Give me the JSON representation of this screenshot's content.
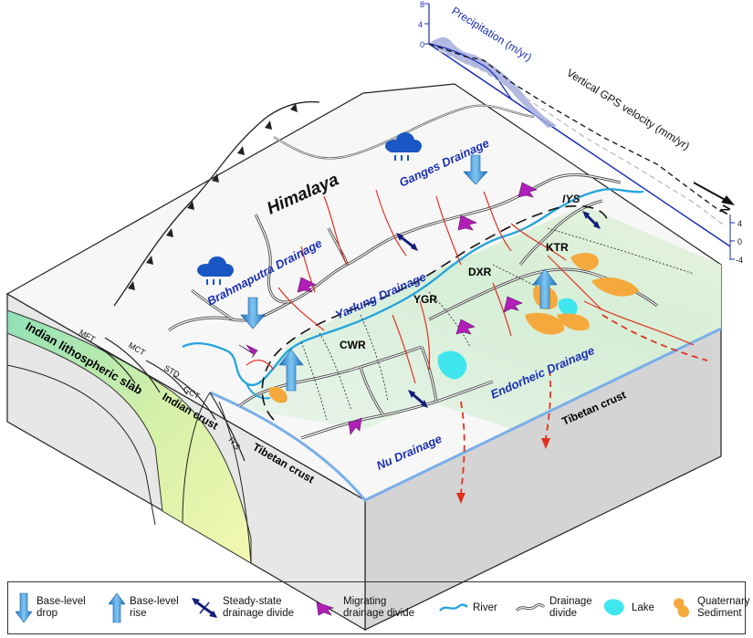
{
  "labels": {
    "himalaya": "Himalaya",
    "ganges": "Ganges Drainage",
    "brahmaputra": "Brahmaputra Drainage",
    "yarlung": "Yarlung Drainage",
    "endorheic": "Endorheic Drainage",
    "nu": "Nu Drainage",
    "iys_top": "IYS",
    "iys_side": "IYS",
    "ktr": "KTR",
    "dxr": "DXR",
    "ygr": "YGR",
    "cwr": "CWR",
    "mft": "MFT",
    "mct": "MCT",
    "std": "STD",
    "gct": "GCT",
    "slab": "Indian lithospheric slab",
    "indian_crust": "Indian crust",
    "tibetan_crust_left": "Tibetan crust",
    "tibetan_crust_right": "Tibetan crust",
    "precip_axis": "Precipitation (m/yr)",
    "gps_axis": "Vertical GPS velocity (mm/yr)",
    "precip_tick_8": "8",
    "precip_tick_4": "4",
    "precip_tick_0": "0",
    "gps_tick_4": "4",
    "gps_tick_0": "0",
    "gps_tick_m4": "-4",
    "north": "N"
  },
  "legend": [
    {
      "label": "Base-level\ndrop",
      "icon": "arrow-down-icon"
    },
    {
      "label": "Base-level\nrise",
      "icon": "arrow-up-icon"
    },
    {
      "label": "Steady-state\ndrainage divide",
      "icon": "steady-divide-icon"
    },
    {
      "label": "Migrating\ndrainage divide",
      "icon": "migrating-divide-icon"
    },
    {
      "label": "River",
      "icon": "river-icon"
    },
    {
      "label": "Drainage\ndivide",
      "icon": "drainage-divide-icon"
    },
    {
      "label": "Lake",
      "icon": "lake-icon"
    },
    {
      "label": "Quaternary\nSediment",
      "icon": "sediment-icon"
    }
  ],
  "colors": {
    "river": "#22a3dc",
    "fault": "#e0301e",
    "magenta": "#b21fb8",
    "lake": "#3fe6ee",
    "sediment": "#f5a93c",
    "navy": "#121c7a",
    "label_blue": "#1a2fb4"
  }
}
